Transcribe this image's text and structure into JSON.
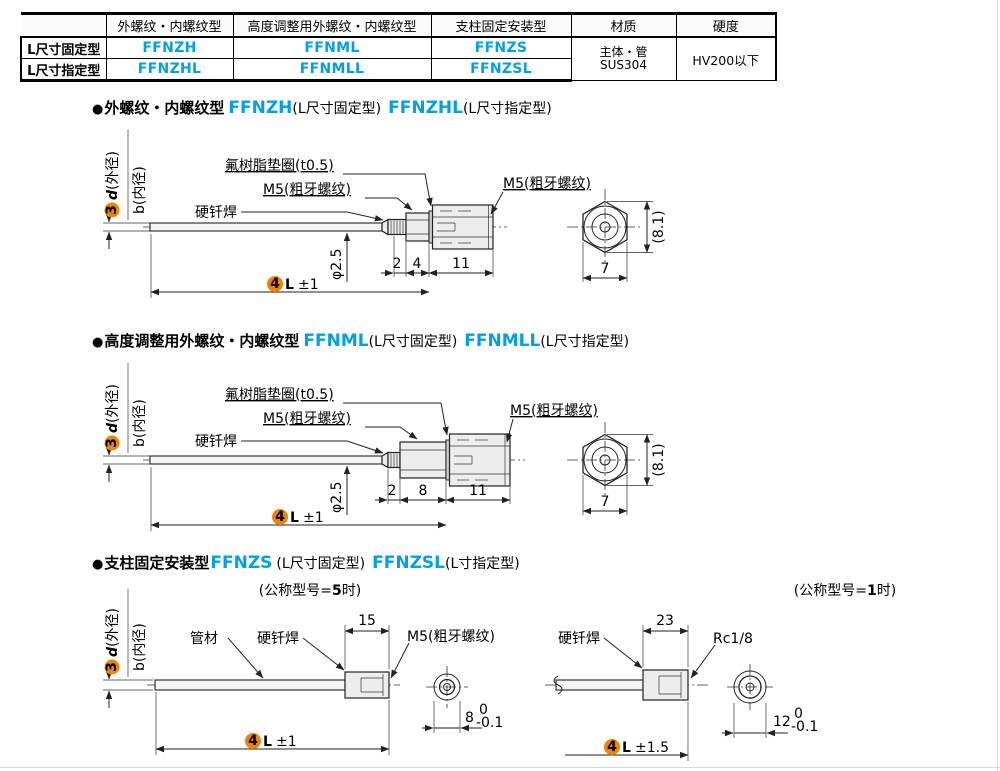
{
  "colors": {
    "accent": "#00a0e9",
    "badge": "#f08300"
  },
  "table": {
    "headers": [
      "外螺纹・内螺纹型",
      "高度调整用外螺纹・内螺纹型",
      "支柱固定安装型",
      "材质",
      "硬度"
    ],
    "rows": [
      {
        "label": "L尺寸固定型",
        "codes": [
          "FFNZH",
          "FFNML",
          "FFNZS"
        ]
      },
      {
        "label": "L尺寸指定型",
        "codes": [
          "FFNZHL",
          "FFNMLL",
          "FFNZSL"
        ]
      }
    ],
    "material": {
      "line1": "主体・管",
      "line2": "SUS304"
    },
    "hardness": "HV200以下"
  },
  "sections": [
    {
      "bullet": "●",
      "title": "外螺纹・内螺纹型",
      "code_fixed": "FFNZH",
      "note_fixed": "(L尺寸固定型)",
      "code_spec": "FFNZHL",
      "note_spec": "(L尺寸指定型)",
      "labels": {
        "axis_num": "3",
        "axis_d": "d",
        "axis_d_suffix": "(外径)",
        "axis_b": "b(内径)",
        "washer": "氟树脂垫圈(t0.5)",
        "thread_small": "M5(粗牙螺纹)",
        "braze": "硬钎焊",
        "thread_right": "M5(粗牙螺纹)",
        "dia": "φ2.5",
        "dim1": "2",
        "dim2": "4",
        "dim3": "11",
        "len_num": "4",
        "len_var": "L",
        "len_tol": "±1",
        "across_flats": "7",
        "across_corners": "(8.1)"
      }
    },
    {
      "bullet": "●",
      "title": "高度调整用外螺纹・内螺纹型",
      "code_fixed": "FFNML",
      "note_fixed": "(L尺寸固定型)",
      "code_spec": "FFNMLL",
      "note_spec": "(L尺寸指定型)",
      "labels": {
        "axis_num": "3",
        "axis_d": "d",
        "axis_d_suffix": "(外径)",
        "axis_b": "b(内径)",
        "washer": "氟树脂垫圈(t0.5)",
        "thread_small": "M5(粗牙螺纹)",
        "braze": "硬钎焊",
        "thread_right": "M5(粗牙螺纹)",
        "dia": "φ2.5",
        "dim1": "2",
        "dim2": "8",
        "dim3": "11",
        "len_num": "4",
        "len_var": "L",
        "len_tol": "±1",
        "across_flats": "7",
        "across_corners": "(8.1)"
      }
    },
    {
      "bullet": "●",
      "title": "支柱固定安装型",
      "code_fixed": "FFNZS",
      "note_fixed": "(L尺寸固定型)",
      "code_spec": "FFNZSL",
      "note_spec": "(L寸指定型)",
      "caption_left": {
        "pre": "(公称型号=",
        "num": "5",
        "suf": "时)"
      },
      "caption_right": {
        "pre": "(公称型号=",
        "num": "1",
        "suf": "时)"
      },
      "labels": {
        "axis_num": "3",
        "axis_d": "d",
        "axis_d_suffix": "(外径)",
        "axis_b": "b(内径)"
      },
      "left": {
        "pipe": "管材",
        "braze": "硬钎焊",
        "top_dim": "15",
        "thread": "M5(粗牙螺纹)",
        "end_dim": "8",
        "tol_up": "0",
        "tol_down": "-0.1",
        "len_num": "4",
        "len_var": "L",
        "len_tol": "±1"
      },
      "right": {
        "braze": "硬钎焊",
        "top_dim": "23",
        "thread": "Rc1/8",
        "end_dim": "12",
        "tol_up": "0",
        "tol_down": "-0.1",
        "len_num": "4",
        "len_var": "L",
        "len_tol": "±1.5"
      }
    }
  ]
}
